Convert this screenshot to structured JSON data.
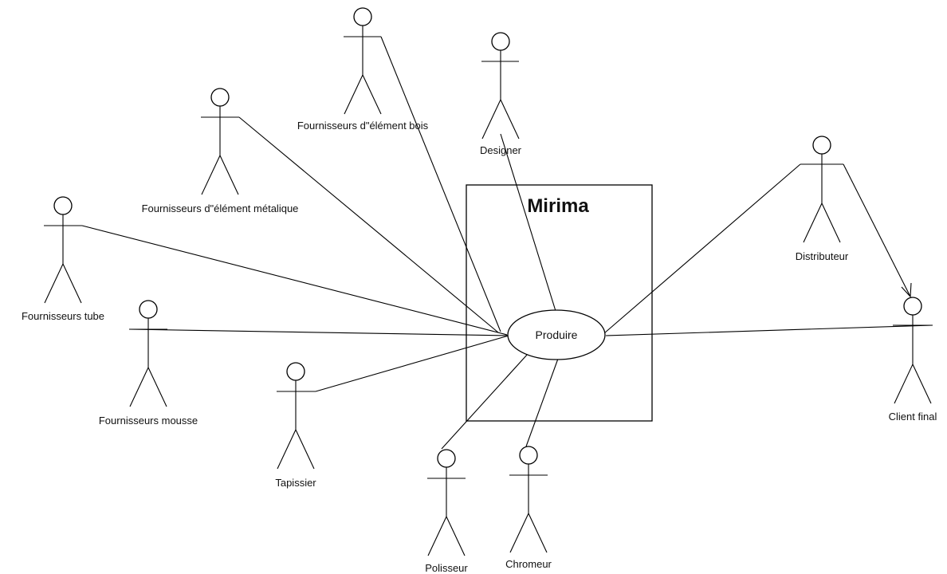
{
  "system": {
    "name": "Mirima"
  },
  "use_case": {
    "label": "Produire"
  },
  "actors": [
    {
      "id": "bois",
      "label": "Fournisseurs d\"élément bois"
    },
    {
      "id": "designer",
      "label": "Designer"
    },
    {
      "id": "metal",
      "label": "Fournisseurs d\"élément métalique"
    },
    {
      "id": "tube",
      "label": "Fournisseurs tube"
    },
    {
      "id": "mousse",
      "label": "Fournisseurs mousse"
    },
    {
      "id": "tapissier",
      "label": "Tapissier"
    },
    {
      "id": "polisseur",
      "label": "Polisseur"
    },
    {
      "id": "chromeur",
      "label": "Chromeur"
    },
    {
      "id": "distributeur",
      "label": "Distributeur"
    },
    {
      "id": "client",
      "label": "Client final"
    }
  ]
}
